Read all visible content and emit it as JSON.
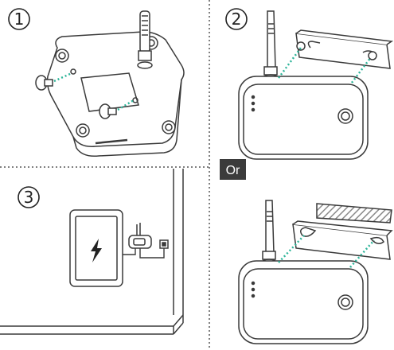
{
  "steps": [
    {
      "label": "1"
    },
    {
      "label": "2"
    },
    {
      "label": "3"
    }
  ],
  "or_label": "Or",
  "colors": {
    "line": "#3a3a3a",
    "accent_dots": "#2fb59a",
    "or_badge": "#3b3b3b",
    "hatch": "#8a8a8a"
  },
  "icons": [
    "antenna-icon",
    "hub-device-icon",
    "mounting-bracket-icon",
    "screw-icon",
    "tablet-icon",
    "lightning-bolt-icon",
    "power-outlet-icon",
    "adhesive-tape-icon"
  ]
}
